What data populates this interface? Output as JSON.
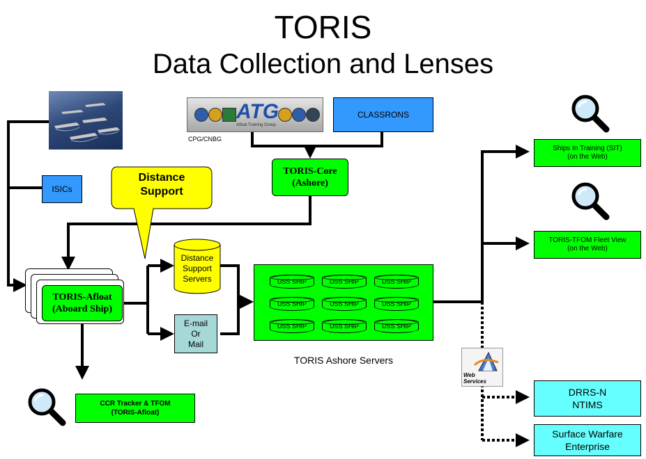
{
  "header": {
    "title": "TORIS",
    "subtitle": "Data Collection and Lenses"
  },
  "nodes": {
    "atg_logo_text": "ATG",
    "atg_logo_caption": "Afloat Training Group",
    "cpg_label": "CPG/CNBG",
    "classrons": "CLASSRONS",
    "isics": "ISICs",
    "toris_core_line1": "TORIS-Core",
    "toris_core_line2": "(Ashore)",
    "distance_support_callout_line1": "Distance",
    "distance_support_callout_line2": "Support",
    "distance_support_servers_line1": "Distance",
    "distance_support_servers_line2": "Support",
    "distance_support_servers_line3": "Servers",
    "email_line1": "E-mail",
    "email_line2": "Or",
    "email_line3": "Mail",
    "toris_afloat_line1": "TORIS-Afloat",
    "toris_afloat_line2": "(Aboard Ship)",
    "ashore_servers_caption": "TORIS Ashore Servers",
    "ship_drum_label": "USS SHIP",
    "ships_in_training_line1": "Ships In Training (SIT)",
    "ships_in_training_line2": "(on the Web)",
    "fleet_view_line1": "TORIS-TFOM Fleet View",
    "fleet_view_line2": "(on the Web)",
    "ccr_tracker_line1": "CCR Tracker & TFOM",
    "ccr_tracker_line2": "(TORIS-Afloat)",
    "web_services_label": "Web Services",
    "drrs_line1": "DRRS-N",
    "drrs_line2": "NTIMS",
    "swe_line1": "Surface Warfare",
    "swe_line2": "Enterprise"
  },
  "colors": {
    "green": "#00ff00",
    "cyan": "#66ffff",
    "blue": "#3399ff",
    "yellow": "#ffff00",
    "email_box": "#a6d8d8"
  },
  "icons": [
    "magnifier-icon",
    "ship-photo",
    "atg-logo",
    "web-services-icon"
  ]
}
